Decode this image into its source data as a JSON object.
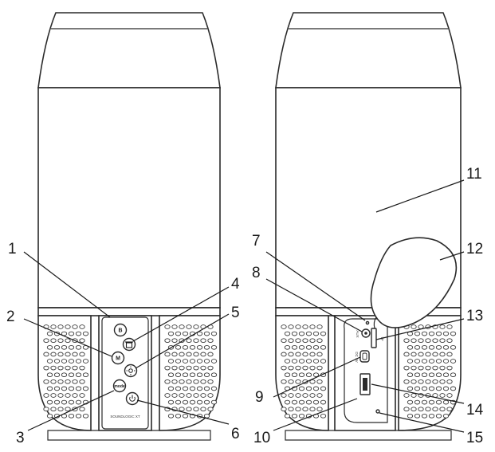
{
  "callouts": [
    {
      "id": "1",
      "label": "1"
    },
    {
      "id": "2",
      "label": "2"
    },
    {
      "id": "3",
      "label": "3"
    },
    {
      "id": "4",
      "label": "4"
    },
    {
      "id": "5",
      "label": "5"
    },
    {
      "id": "6",
      "label": "6"
    },
    {
      "id": "7",
      "label": "7"
    },
    {
      "id": "8",
      "label": "8"
    },
    {
      "id": "9",
      "label": "9"
    },
    {
      "id": "10",
      "label": "10"
    },
    {
      "id": "11",
      "label": "11"
    },
    {
      "id": "12",
      "label": "12"
    },
    {
      "id": "13",
      "label": "13"
    },
    {
      "id": "14",
      "label": "14"
    },
    {
      "id": "15",
      "label": "15"
    }
  ],
  "buttons": {
    "b": "B",
    "m": "M",
    "mode": "mode"
  },
  "panel_text": {
    "brand": "SOUNDLOGIC XT",
    "port_aux": "AUX",
    "port_dc": "DC 5V",
    "port_tf": "TF"
  },
  "icons": {
    "trash": "trash-icon",
    "light": "light-icon",
    "power": "power-icon"
  },
  "colors": {
    "line": "#2a2a2a",
    "background": "#ffffff"
  }
}
